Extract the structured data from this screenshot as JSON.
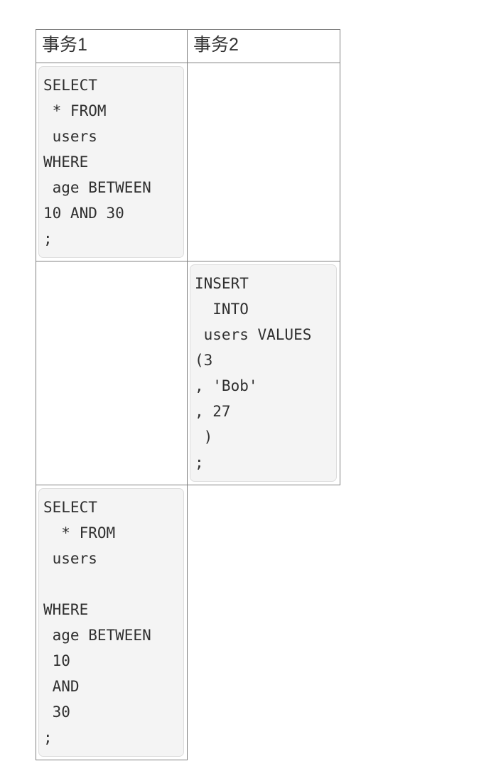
{
  "table": {
    "name": "transaction-comparison-table",
    "headers": [
      {
        "id": "tx1",
        "label": "事务1"
      },
      {
        "id": "tx2",
        "label": "事务2"
      }
    ],
    "rows": [
      {
        "id": "row-1",
        "left": {
          "has_code": true,
          "code": "SELECT\n * FROM\n users\nWHERE\n age BETWEEN\n10 AND 30\n;"
        },
        "right": {
          "has_code": false,
          "code": ""
        }
      },
      {
        "id": "row-2",
        "left": {
          "has_code": false,
          "code": ""
        },
        "right": {
          "has_code": true,
          "code": "INSERT\n  INTO\n users VALUES\n(3\n, 'Bob'\n, 27\n )\n;"
        }
      },
      {
        "id": "row-3",
        "left": {
          "has_code": true,
          "code": "SELECT\n  * FROM\n users\n\nWHERE\n age BETWEEN\n 10\n AND\n 30\n;"
        },
        "right": {
          "has_code": false,
          "code": ""
        }
      }
    ]
  },
  "colors": {
    "page_background": "#ffffff",
    "table_border": "#808080",
    "code_background": "#f4f4f4",
    "code_border": "#dddddd",
    "code_text": "#2f2f2f",
    "header_text": "#333333"
  }
}
